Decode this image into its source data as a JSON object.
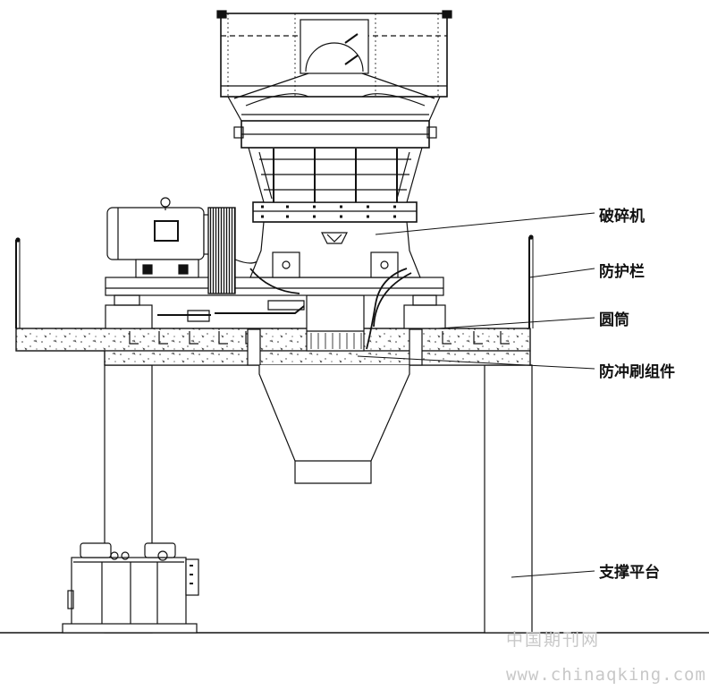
{
  "labels": {
    "crusher": "破碎机",
    "guardrail": "防护栏",
    "cylinder": "圆筒",
    "anti_flush_assembly": "防冲刷组件",
    "support_platform": "支撑平台"
  },
  "watermark": {
    "cn": "中国期刊网",
    "url": "www.chinaqking.com"
  },
  "colors": {
    "line": "#111111",
    "watermark": "#c8c8c8"
  }
}
